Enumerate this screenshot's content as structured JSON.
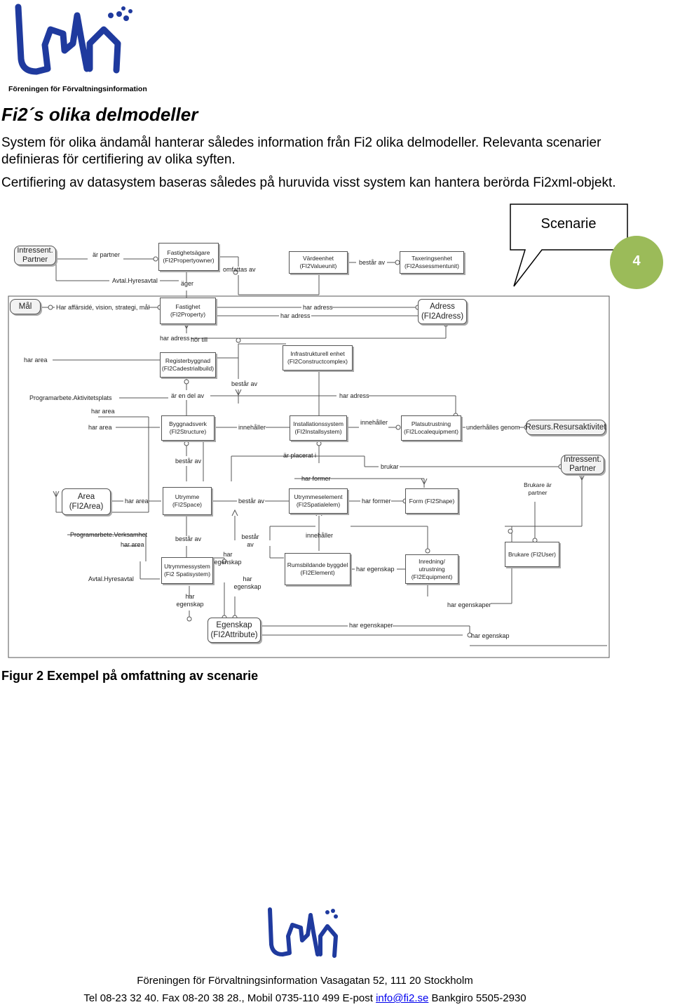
{
  "header": {
    "org_name": "Föreningen för Förvaltningsinformation"
  },
  "title": "Fi2´s olika delmodeller",
  "paragraphs": {
    "p1": "System för olika ändamål hanterar således information från Fi2 olika delmodeller. Relevanta scenarier definieras för certifiering av olika syften.",
    "p2": "Certifiering av datasystem baseras således på huruvida visst system kan hantera berörda Fi2xml-objekt."
  },
  "callout": {
    "label": "Scenarie"
  },
  "page_number": "4",
  "diagram": {
    "nodes": {
      "intressent_top": "Intressent. Partner",
      "fastighetsagare": "Fastighetsägare (FI2Propertyowner)",
      "vardeenhet": "Värdeenhet (FI2Valueunit)",
      "taxeringsenhet": "Taxeringsenhet (FI2Assessmentunit)",
      "mal": "Mål",
      "fastighet": "Fastighet (FI2Property)",
      "adress": "Adress (FI2Adress)",
      "registerbyggnad": "Registerbyggnad (FI2Cadestrialbuild)",
      "infrastruktur": "Infrastrukturell enhet (FI2Constructcomplex)",
      "byggnadsverk": "Byggnadsverk (FI2Structure)",
      "installationssystem": "Installationssystem (FI2Installsystem)",
      "platsutrustning": "Platsutrustning (FI2Localequipment)",
      "resurs": "Resurs.Resursaktivitet",
      "intressent_right": "Intressent. Partner",
      "area": "Area (FI2Area)",
      "utrymme": "Utrymme (FI2Space)",
      "utrymmeselement": "Utrymmeselement (FI2Spatialelem)",
      "form": "Form (FI2Shape)",
      "brukare_partner": "Brukare är partner",
      "utrymmessystem": "Utrymmessystem (Fi2 Spatisystem)",
      "rumsbildande": "Rumsbildande byggdel (FI2Element)",
      "inredning": "Inredning/ utrustning (FI2Equipment)",
      "brukare": "Brukare (FI2User)",
      "egenskap": "Egenskap (FI2Attribute)"
    },
    "relations": {
      "ar_partner": "är partner",
      "avtal_hyresavtal_top": "Avtal.Hyresavtal",
      "ager": "äger",
      "omfattas_av": "omfattas av",
      "bestar_av_top": "består av",
      "har_affarside": "Har affärsidé, vision, strategi, mål",
      "har_adress_1": "har adress",
      "har_adress_2": "har adress",
      "har_adress_3": "har adress",
      "hor_till": "hör till",
      "har_area_1": "har area",
      "bestar_av_2": "består av",
      "programarbete_aktivitetsplats": "Programarbete.Aktivitetsplats",
      "ar_en_del_av": "är en del av",
      "har_adress_4": "har adress",
      "har_area_2": "har area",
      "har_area_3": "har area",
      "innehaller_1": "innehåller",
      "innehaller_2": "innehåller",
      "underhalles_genom": "underhålles genom",
      "bestar_av_3": "består av",
      "ar_placerat_i": "är placerat i",
      "brukar": "brukar",
      "har_former_1": "har former",
      "har_area_4": "har area",
      "bestar_av_4": "består av",
      "har_former_2": "har former",
      "programarbete_verksamhet": "Programarbete.Verksamhet",
      "har_area_5": "har area",
      "avtal_hyresavtal_bottom": "Avtal.Hyresavtal",
      "bestar_av_5": "består av",
      "bestar_av_6": "består av",
      "har_egenskap_1": "har egenskap",
      "har_egenskap_2": "har egenskap",
      "innehaller_3": "innehåller",
      "har_egenskap_3": "har egenskap",
      "har_egenskap_4": "har egenskap",
      "har_egenskaper_1": "har egenskaper",
      "har_egenskaper_2": "har egenskaper",
      "har_egenskap_5": "har egenskap"
    }
  },
  "caption": "Figur 2 Exempel på omfattning av scenarie",
  "footer": {
    "org_line": "Föreningen för Förvaltningsinformation Vasagatan 52, 111 20 Stockholm",
    "contact_before": "Tel 08-23 32 40. Fax 08-20 38 28., Mobil 0735-110 499 E-post ",
    "email": "info@fi2.se",
    "contact_after": " Bankgiro 5505-2930"
  },
  "colors": {
    "logo": "#1f3a9e",
    "badge": "#9bbb59"
  }
}
